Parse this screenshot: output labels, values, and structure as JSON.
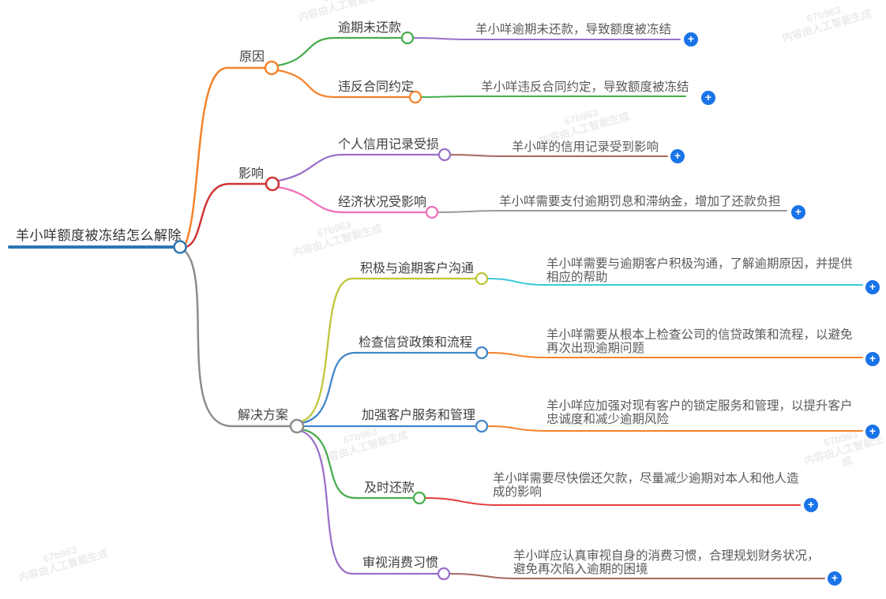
{
  "root": {
    "label": "羊小咩额度被冻结怎么解除",
    "color": "#2e75b6"
  },
  "branches": [
    {
      "label": "原因",
      "color": "#f5822b",
      "children": [
        {
          "label": "逾期未还款",
          "color": "#47ad4c",
          "leaf": {
            "text": "羊小咩逾期未还款，导致额度被冻结",
            "line_color": "#9b6fc8"
          }
        },
        {
          "label": "违反合同约定",
          "color": "#f5822b",
          "leaf": {
            "text": "羊小咩违反合同约定，导致额度被冻结",
            "line_color": "#47ad4c"
          }
        }
      ]
    },
    {
      "label": "影响",
      "color": "#cf3535",
      "children": [
        {
          "label": "个人信用记录受损",
          "color": "#9b6fc8",
          "leaf": {
            "text": "羊小咩的信用记录受到影响",
            "line_color": "#a5685c"
          }
        },
        {
          "label": "经济状况受影响",
          "color": "#ee6fb9",
          "leaf": {
            "text": "羊小咩需要支付逾期罚息和滞纳金，增加了还款负担",
            "line_color": "#9a9a9a"
          }
        }
      ]
    },
    {
      "label": "解决方案",
      "color": "#8d8d8d",
      "children": [
        {
          "label": "积极与逾期客户沟通",
          "color": "#bfc437",
          "leaf": {
            "text": "羊小咩需要与逾期客户积极沟通，了解逾期原因，并提供\n相应的帮助",
            "line_color": "#3bc8dc"
          }
        },
        {
          "label": "检查信贷政策和流程",
          "color": "#3f85c9",
          "leaf": {
            "text": "羊小咩需要从根本上检查公司的信贷政策和流程，以避免\n再次出现逾期问题",
            "line_color": "#f5822b"
          }
        },
        {
          "label": "加强客户服务和管理",
          "color": "#3f85c9",
          "leaf": {
            "text": "羊小咩应加强对现有客户的锁定服务和管理，以提升客户\n忠诚度和减少逾期风险",
            "line_color": "#f5822b"
          }
        },
        {
          "label": "及时还款",
          "color": "#47ad4c",
          "leaf": {
            "text": "羊小咩需要尽快偿还欠款，尽量减少逾期对本人和他人造\n成的影响",
            "line_color": "#e23b3b"
          }
        },
        {
          "label": "审视消费习惯",
          "color": "#9b6fc8",
          "leaf": {
            "text": "羊小咩应认真审视自身的消费习惯，合理规划财务状况，\n避免再次陷入逾期的困境",
            "line_color": "#a5685c"
          }
        }
      ]
    }
  ],
  "add_button": {
    "icon": "+",
    "color": "#1a73e8"
  },
  "watermark": {
    "code": "67b963",
    "text": "内容由人工智能生成"
  }
}
